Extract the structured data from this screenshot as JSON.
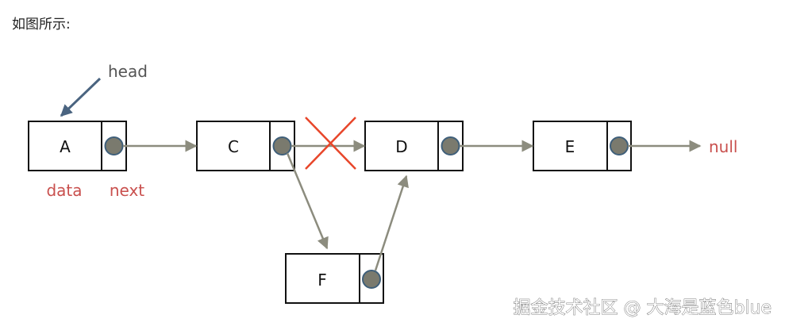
{
  "intro_text": "如图所示:",
  "nodes": {
    "A": "A",
    "C": "C",
    "D": "D",
    "E": "E",
    "F": "F"
  },
  "labels": {
    "head": "head",
    "data": "data",
    "next": "next",
    "null": "null"
  },
  "watermark": "掘金技术社区 @ 大海是蓝色blue",
  "colors": {
    "node_border": "#111111",
    "pointer_dot": "#7a7a6e",
    "link_arrow": "#8c8c7e",
    "head_arrow": "#4a6480",
    "removed_cross": "#e8462a",
    "field_labels": "#c9504e"
  }
}
